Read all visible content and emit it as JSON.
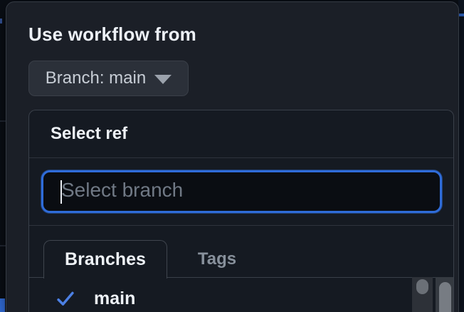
{
  "modal": {
    "title": "Use workflow from",
    "branch_button": {
      "label": "Branch: main",
      "caret_icon": "chevron-down"
    }
  },
  "ref_selector": {
    "title": "Select ref",
    "search": {
      "placeholder": "Select branch",
      "value": ""
    },
    "tabs": [
      {
        "label": "Branches",
        "active": true
      },
      {
        "label": "Tags",
        "active": false
      }
    ],
    "branches": [
      {
        "name": "main",
        "selected": true
      }
    ]
  },
  "colors": {
    "accent_focus_blue": "#2f6cd9",
    "check_blue": "#4c80e4",
    "modal_background": "#1b1f27",
    "panel_background": "#151a22",
    "input_background": "#0a0d12",
    "page_fragment_blue": "#3470df"
  }
}
